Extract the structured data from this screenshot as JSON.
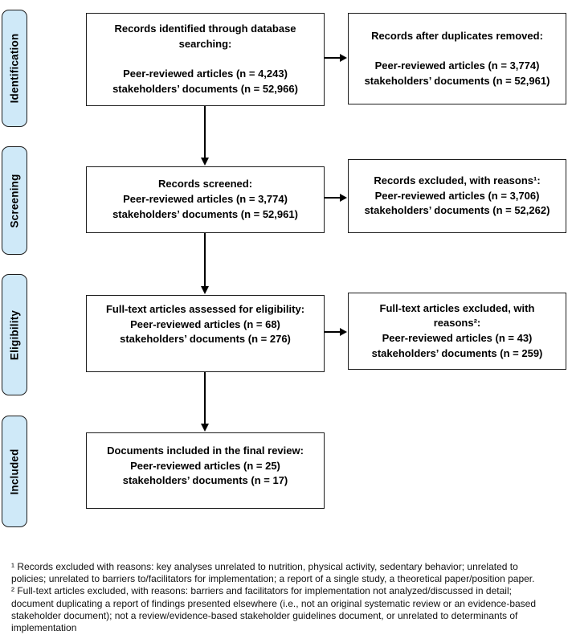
{
  "colors": {
    "stage_fill": "#cfe9f8",
    "stage_border": "#1d1d1d",
    "box_border": "#1d1d1d",
    "arrow": "#000000",
    "background": "#ffffff"
  },
  "stages": [
    {
      "label": "Identification"
    },
    {
      "label": "Screening"
    },
    {
      "label": "Eligibility"
    },
    {
      "label": "Included"
    }
  ],
  "boxes": {
    "identified": "Records identified through database\nsearching:\n\nPeer-reviewed articles (n = 4,243)\nstakeholders’ documents (n = 52,966)",
    "duplicates_removed": "Records after duplicates removed:\n\nPeer-reviewed articles (n = 3,774)\nstakeholders’ documents (n = 52,961)",
    "screened": "Records screened:\nPeer-reviewed articles (n = 3,774)\nstakeholders’ documents (n = 52,961)",
    "screened_excluded": "Records excluded, with reasons¹:\nPeer-reviewed articles (n = 3,706)\nstakeholders’ documents (n = 52,262)",
    "fulltext_assessed": "Full-text articles assessed for eligibility:\nPeer-reviewed articles (n = 68)\nstakeholders’ documents (n = 276)",
    "fulltext_excluded": "Full-text articles excluded, with\nreasons²:\nPeer-reviewed articles (n = 43)\nstakeholders’ documents (n = 259)",
    "included": "Documents included in the final review:\nPeer-reviewed articles (n = 25)\nstakeholders’ documents (n = 17)"
  },
  "footnotes": "¹ Records excluded with reasons: key analyses unrelated to nutrition, physical activity, sedentary behavior; unrelated to policies; unrelated to barriers to/facilitators for implementation; a report of a single study, a theoretical paper/position paper. ² Full-text articles excluded, with reasons: barriers and facilitators for implementation not analyzed/discussed in detail; document duplicating a report of findings presented elsewhere (i.e., not an original systematic review or an evidence-based stakeholder document); not a review/evidence-based stakeholder guidelines document, or unrelated to determinants of implementation"
}
